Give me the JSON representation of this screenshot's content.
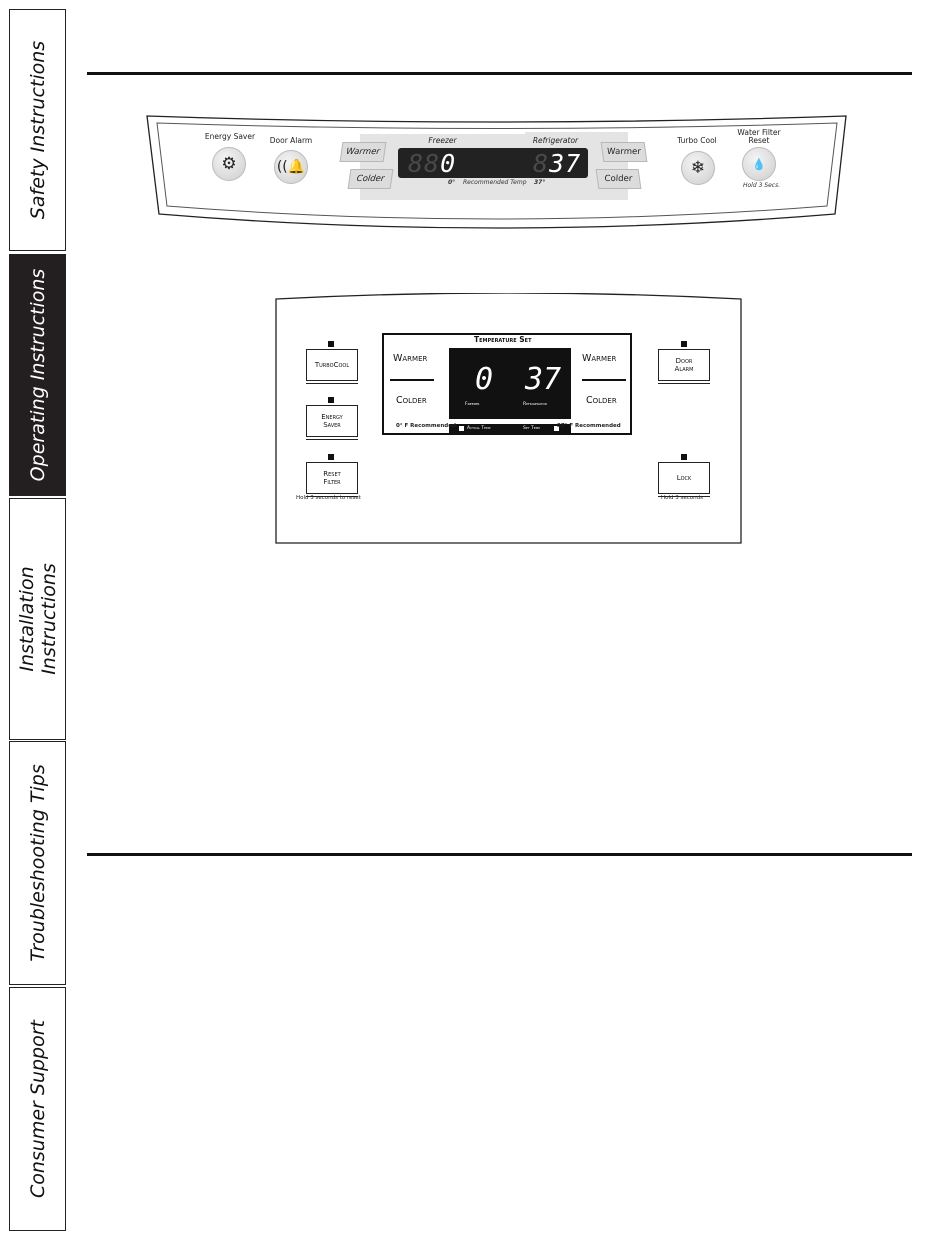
{
  "sidebar": {
    "tabs": [
      {
        "label": "Safety Instructions"
      },
      {
        "label": "Operating Instructions"
      },
      {
        "label_line1": "Installation",
        "label_line2": "Instructions"
      },
      {
        "label": "Troubleshooting Tips"
      },
      {
        "label": "Consumer Support"
      }
    ]
  },
  "panel_top": {
    "energy_saver": "Energy Saver",
    "door_alarm": "Door Alarm",
    "freezer": "Freezer",
    "refrigerator": "Refrigerator",
    "warmer": "Warmer",
    "colder": "Colder",
    "freezer_ghost": "88",
    "freezer_temp": "0",
    "fridge_ghost": "8",
    "fridge_temp": "37",
    "freezer_rec": "0°",
    "recommended": "Recommended Temp",
    "fridge_rec": "37°",
    "turbo_cool": "Turbo Cool",
    "water_filter_line1": "Water Filter",
    "water_filter_line2": "Reset",
    "hold": "Hold 3 Secs."
  },
  "panel_bottom": {
    "turbo_cool": "TurboCool",
    "energy_line1": "Energy",
    "energy_line2": "Saver",
    "reset_line1": "Reset",
    "reset_line2": "Filter",
    "reset_caption": "Hold 3 seconds to reset",
    "door_line1": "Door",
    "door_line2": "Alarm",
    "lock": "Lock",
    "lock_caption": "Hold 3 seconds",
    "temp_set": "Temperature Set",
    "warmer": "Warmer",
    "colder": "Colder",
    "freezer_temp": "0",
    "fridge_temp": "37",
    "freezer": "Freezer",
    "refrigerator": "Refrigerator",
    "actual_temp": "Actual Temp",
    "set_temp": "Set Temp",
    "freezer_rec": "0° F Recommended",
    "fridge_rec": "37° F Recommended"
  }
}
